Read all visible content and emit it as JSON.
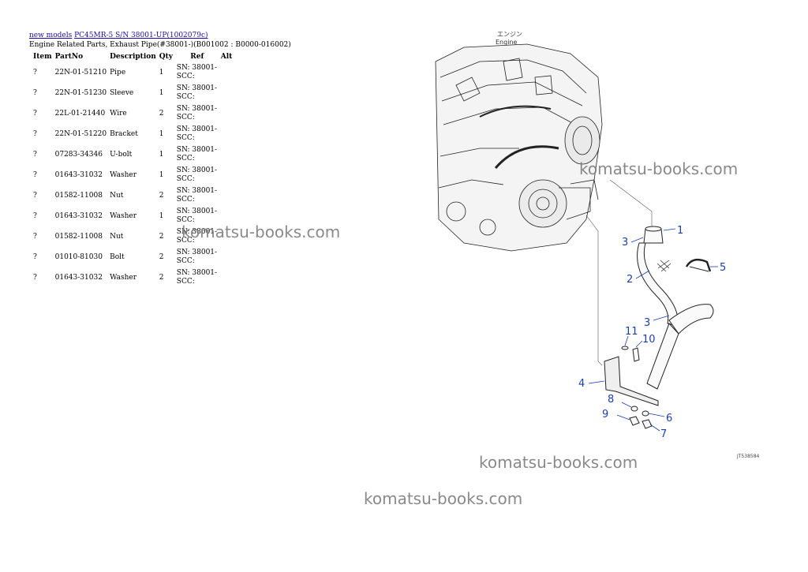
{
  "breadcrumb": {
    "link1": "new models",
    "link2": "PC45MR-5 S/N 38001-UP(1002079c)"
  },
  "page_title": "Engine Related Parts, Exhaust Pipe(#38001-)(B001002 : B0000-016002)",
  "table": {
    "headers": [
      "Item",
      "PartNo",
      "Description",
      "Qty",
      "Ref",
      "Alt"
    ],
    "rows": [
      {
        "item": "?",
        "part": "22N-01-51210",
        "desc": "Pipe",
        "qty": "1",
        "ref": "SN: 38001-SCC:",
        "alt": ""
      },
      {
        "item": "?",
        "part": "22N-01-51230",
        "desc": "Sleeve",
        "qty": "1",
        "ref": "SN: 38001-SCC:",
        "alt": ""
      },
      {
        "item": "?",
        "part": "22L-01-21440",
        "desc": "Wire",
        "qty": "2",
        "ref": "SN: 38001-SCC:",
        "alt": ""
      },
      {
        "item": "?",
        "part": "22N-01-51220",
        "desc": "Bracket",
        "qty": "1",
        "ref": "SN: 38001-SCC:",
        "alt": ""
      },
      {
        "item": "?",
        "part": "07283-34346",
        "desc": "U-bolt",
        "qty": "1",
        "ref": "SN: 38001-SCC:",
        "alt": ""
      },
      {
        "item": "?",
        "part": "01643-31032",
        "desc": "Washer",
        "qty": "1",
        "ref": "SN: 38001-SCC:",
        "alt": ""
      },
      {
        "item": "?",
        "part": "01582-11008",
        "desc": "Nut",
        "qty": "2",
        "ref": "SN: 38001-SCC:",
        "alt": ""
      },
      {
        "item": "?",
        "part": "01643-31032",
        "desc": "Washer",
        "qty": "1",
        "ref": "SN: 38001-SCC:",
        "alt": ""
      },
      {
        "item": "?",
        "part": "01582-11008",
        "desc": "Nut",
        "qty": "2",
        "ref": "SN: 38001-SCC:",
        "alt": ""
      },
      {
        "item": "?",
        "part": "01010-81030",
        "desc": "Bolt",
        "qty": "2",
        "ref": "SN: 38001-SCC:",
        "alt": ""
      },
      {
        "item": "?",
        "part": "01643-31032",
        "desc": "Washer",
        "qty": "2",
        "ref": "SN: 38001-SCC:",
        "alt": ""
      }
    ]
  },
  "diagram": {
    "engine_label_jp": "エンジン",
    "engine_label_en": "Engine",
    "drawing_code": "JT538584",
    "callouts": [
      "1",
      "2",
      "3",
      "3",
      "4",
      "5",
      "6",
      "7",
      "8",
      "9",
      "10",
      "11"
    ]
  },
  "watermarks": [
    "komatsu-books.com",
    "komatsu-books.com",
    "komatsu-books.com",
    "komatsu-books.com"
  ],
  "colors": {
    "link": "#1a0dab",
    "callout": "#1c3faa",
    "watermark": "#7d7d7d"
  }
}
